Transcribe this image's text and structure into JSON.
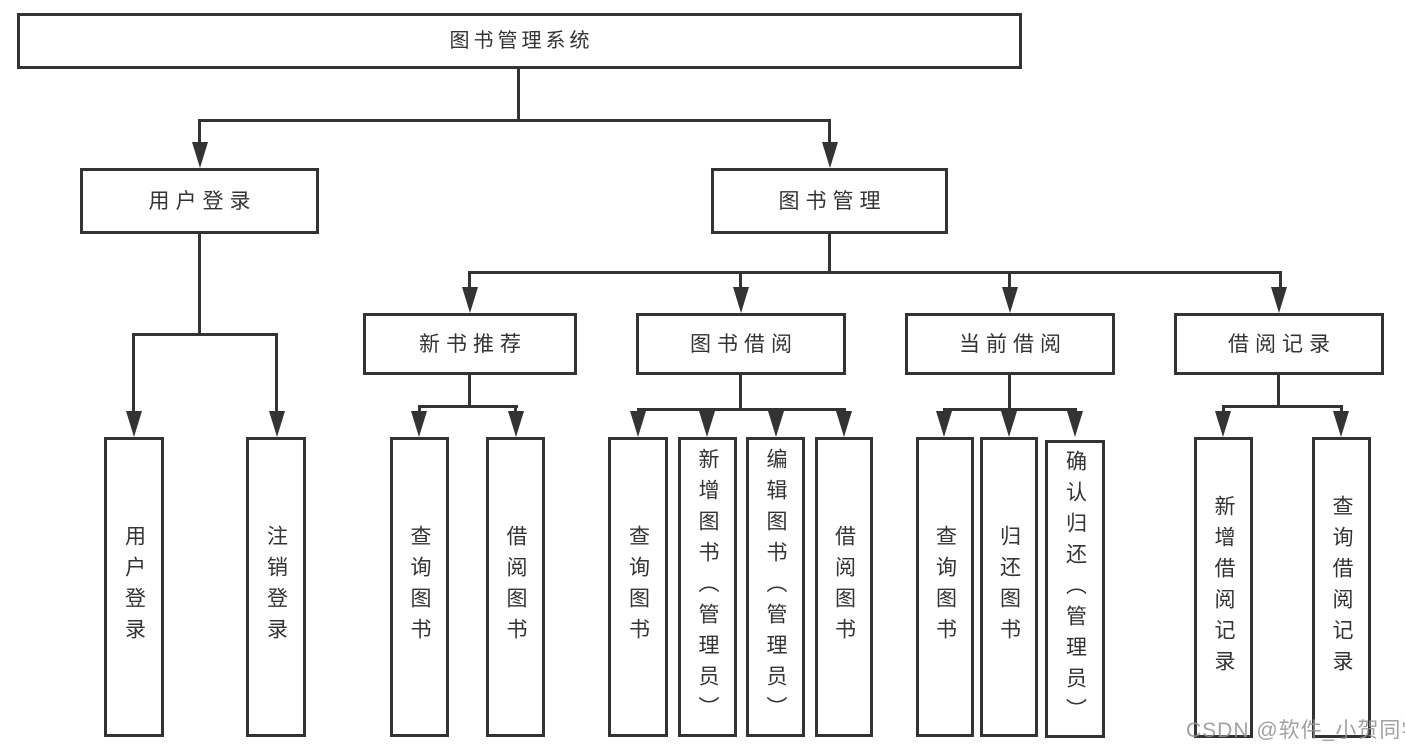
{
  "colors": {
    "line": "#333333",
    "box_border": "#333333",
    "box_fill": "#ffffff",
    "text": "#333333",
    "watermark": "#949494",
    "background": "#ffffff"
  },
  "watermark": {
    "text": "CSDN @软件_小贺同学"
  },
  "tree": {
    "label": "图书管理系统",
    "children": [
      {
        "label": "用户登录",
        "children": [
          {
            "label": "用户登录"
          },
          {
            "label": "注销登录"
          }
        ]
      },
      {
        "label": "图书管理",
        "children": [
          {
            "label": "新书推荐",
            "children": [
              {
                "label": "查询图书"
              },
              {
                "label": "借阅图书"
              }
            ]
          },
          {
            "label": "图书借阅",
            "children": [
              {
                "label": "查询图书"
              },
              {
                "label": "新增图书（管理员）"
              },
              {
                "label": "编辑图书（管理员）"
              },
              {
                "label": "借阅图书"
              }
            ]
          },
          {
            "label": "当前借阅",
            "children": [
              {
                "label": "查询图书"
              },
              {
                "label": "归还图书"
              },
              {
                "label": "确认归还（管理员）"
              }
            ]
          },
          {
            "label": "借阅记录",
            "children": [
              {
                "label": "新增借阅记录"
              },
              {
                "label": "查询借阅记录"
              }
            ]
          }
        ]
      }
    ]
  }
}
